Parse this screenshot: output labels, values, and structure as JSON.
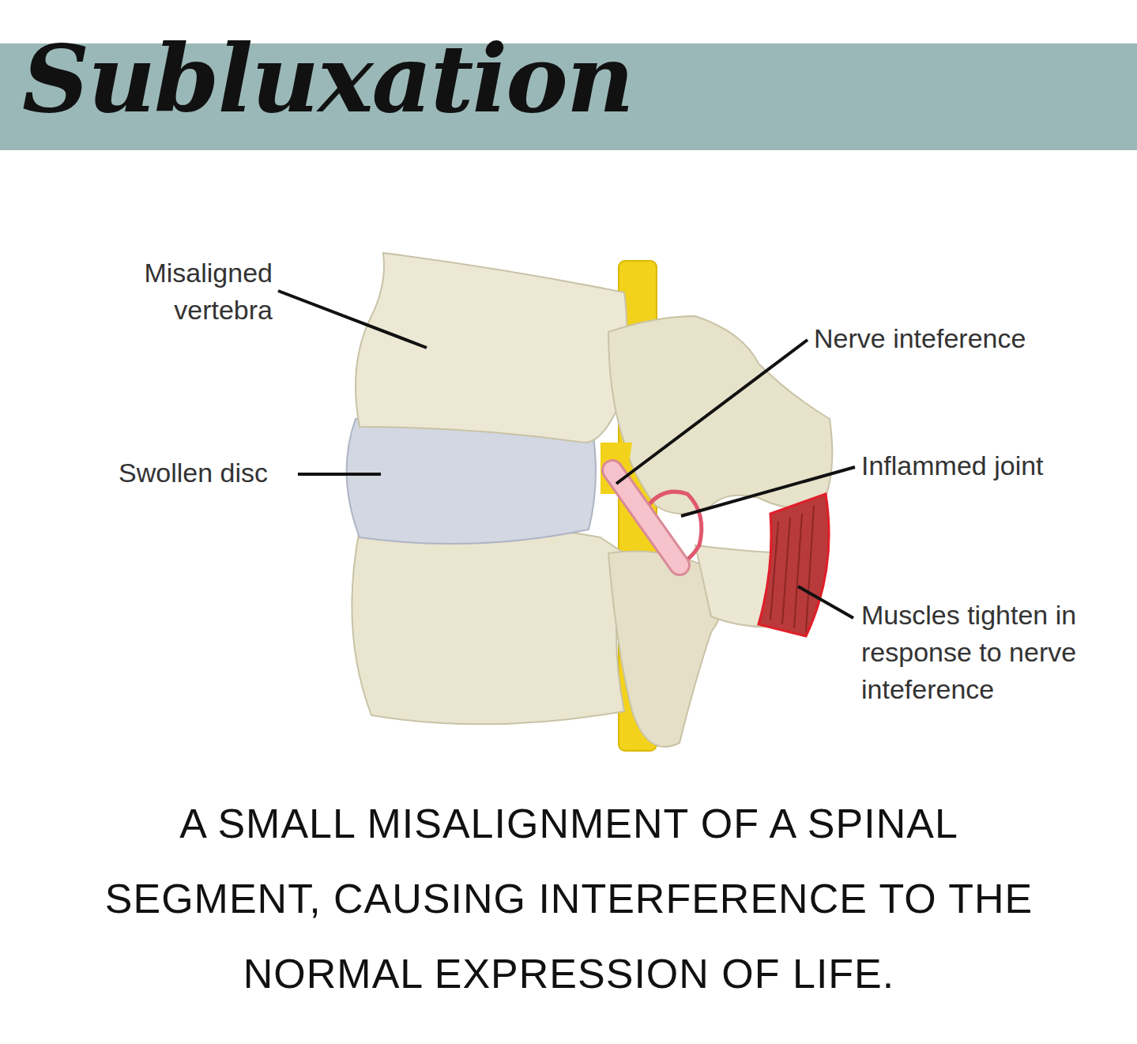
{
  "diagram": {
    "title": "Subluxation",
    "caption": "A SMALL MISALIGNMENT OF A SPINAL SEGMENT, CAUSING INTERFERENCE TO THE NORMAL EXPRESSION OF LIFE.",
    "labels": [
      "Misaligned vertebra",
      "Swollen disc",
      "Nerve inteference",
      "Inflammed joint",
      "Muscles tighten in response to nerve inteference"
    ]
  }
}
